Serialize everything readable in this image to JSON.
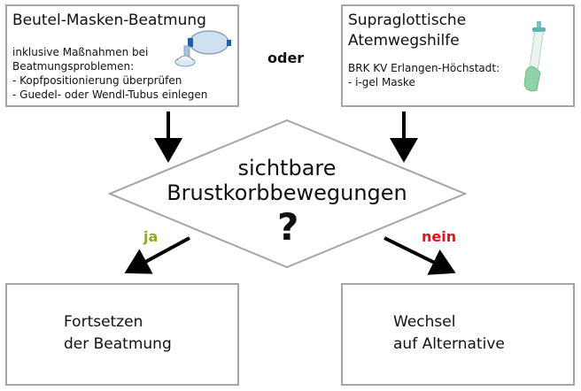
{
  "bvm": {
    "title": "Beutel-Masken-Beatmung",
    "lines": [
      "inklusive Maßnahmen bei",
      "Beatmungsproblemen:",
      "- Kopfpositionierung überprüfen",
      "- Guedel- oder Wendl-Tubus einlegen"
    ]
  },
  "connector": "oder",
  "sga": {
    "title_lines": [
      "Supraglottische",
      "Atemwegshilfe"
    ],
    "lines": [
      "BRK KV Erlangen-Höchstadt:",
      "- i-gel Maske"
    ]
  },
  "decision": {
    "lines": [
      "sichtbare",
      "Brustkorbbewegungen"
    ],
    "mark": "?"
  },
  "yes_label": "ja",
  "no_label": "nein",
  "outcome_yes": {
    "lines": [
      "Fortsetzen",
      "der Beatmung"
    ]
  },
  "outcome_no": {
    "lines": [
      "Wechsel",
      "auf Alternative"
    ]
  },
  "colors": {
    "border": "#a6a6a6",
    "yes": "#8fae1b",
    "no": "#e8101a",
    "arrow": "#000000"
  },
  "icons": [
    "bag-valve-mask-icon",
    "i-gel-mask-icon"
  ]
}
